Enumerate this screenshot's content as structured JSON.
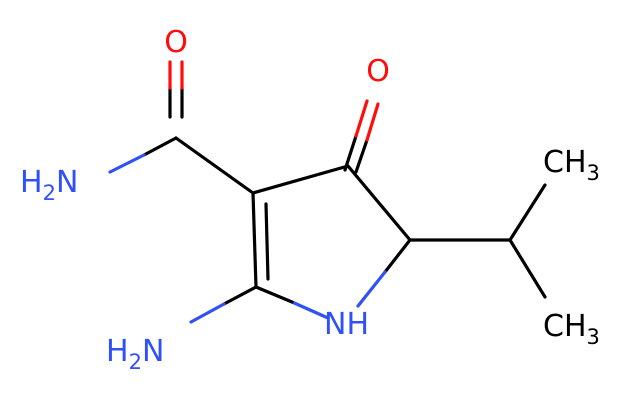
{
  "molecule": {
    "atoms": {
      "amide_oxygen": {
        "element": "O"
      },
      "ketone_oxygen": {
        "element": "O"
      },
      "amide_nitrogen": {
        "main": "H",
        "sub": "2",
        "tail": "N"
      },
      "amino_nitrogen": {
        "main": "H",
        "sub": "2",
        "tail": "N"
      },
      "ring_nitrogen": {
        "main": "N",
        "tail": "H"
      },
      "methyl_top": {
        "main": "CH",
        "sub": "3"
      },
      "methyl_bottom": {
        "main": "CH",
        "sub": "3"
      }
    },
    "colors": {
      "oxygen": "#ff0d0d",
      "nitrogen": "#3050f8",
      "carbon": "#000000"
    }
  }
}
